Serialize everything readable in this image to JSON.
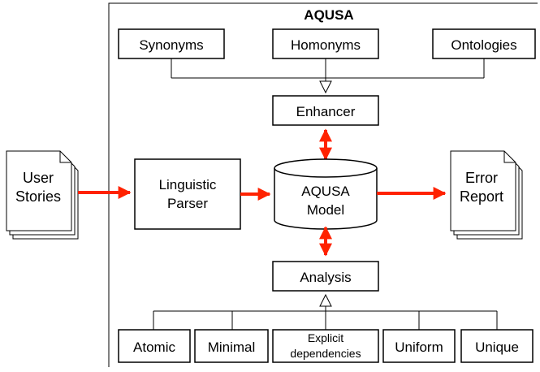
{
  "title": "AQUSA",
  "inputs": {
    "user_stories_line1": "User",
    "user_stories_line2": "Stories"
  },
  "enhancer_sources": [
    "Synonyms",
    "Homonyms",
    "Ontologies"
  ],
  "enhancer": "Enhancer",
  "parser_line1": "Linguistic",
  "parser_line2": "Parser",
  "model_line1": "AQUSA",
  "model_line2": "Model",
  "output_line1": "Error",
  "output_line2": "Report",
  "analysis": "Analysis",
  "checks": {
    "atomic": "Atomic",
    "minimal": "Minimal",
    "explicit_line1": "Explicit",
    "explicit_line2": "dependencies",
    "uniform": "Uniform",
    "unique": "Unique"
  },
  "colors": {
    "arrow": "#ff2200",
    "stroke": "#000000"
  }
}
